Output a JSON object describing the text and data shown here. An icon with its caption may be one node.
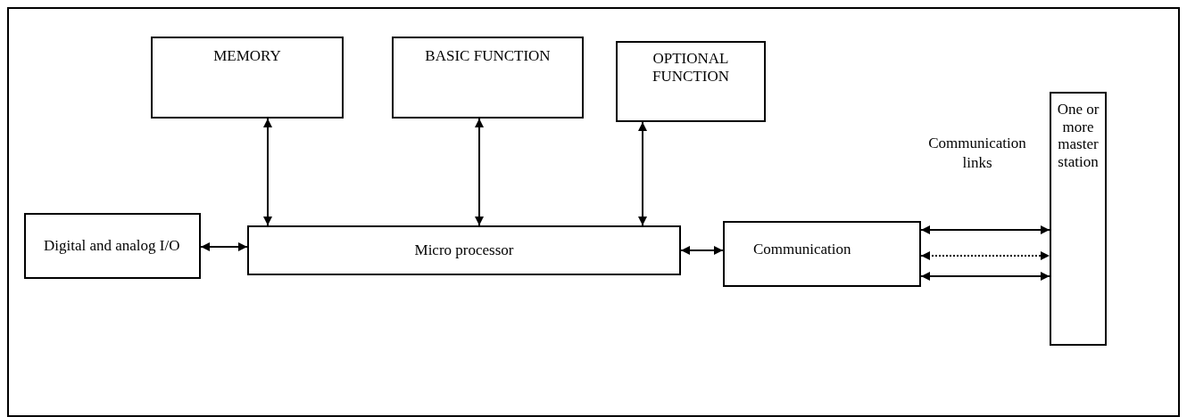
{
  "diagram": {
    "nodes": [
      {
        "text": [
          "MEMORY"
        ]
      },
      {
        "text": [
          "BASIC FUNCTION"
        ]
      },
      {
        "text": [
          "OPTIONAL FUNCTION"
        ]
      },
      {
        "text": [
          "Digital and analog I/O"
        ]
      },
      {
        "text": [
          "Micro processor"
        ]
      },
      {
        "text": [
          "Communication"
        ]
      },
      {
        "text": [
          "One or more master station"
        ]
      }
    ],
    "edges": [
      {
        "from": 0,
        "to": 4,
        "arrow": "both"
      },
      {
        "from": 1,
        "to": 4,
        "arrow": "both"
      },
      {
        "from": 2,
        "to": 4,
        "arrow": "both"
      },
      {
        "from": 3,
        "to": 4,
        "arrow": "both"
      },
      {
        "from": 4,
        "to": 5,
        "arrow": "both"
      },
      {
        "from": 5,
        "to": 6,
        "arrow": "both"
      },
      {
        "from": 5,
        "to": 6,
        "arrow": "both",
        "style": "dashed"
      },
      {
        "from": 5,
        "to": 6,
        "arrow": "both"
      }
    ],
    "labels": [
      "Communication links"
    ]
  }
}
